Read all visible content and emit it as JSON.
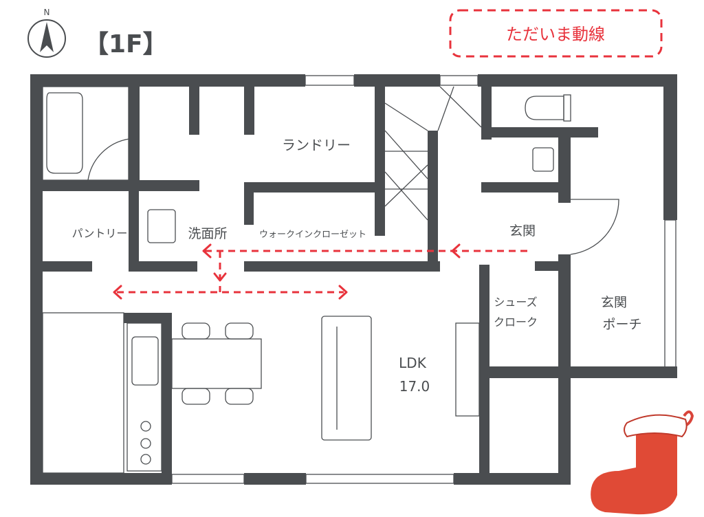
{
  "header": {
    "north_label": "N",
    "floor_label": "【1F】"
  },
  "legend": {
    "route_label": "ただいま動線",
    "route_color": "#e8333c"
  },
  "rooms": {
    "laundry": "ランドリー",
    "pantry": "パントリー",
    "washroom": "洗面所",
    "walk_in_closet": "ウォークインクローゼット",
    "entrance": "玄関",
    "shoe_cloak_line1": "シューズ",
    "shoe_cloak_line2": "クローク",
    "porch_line1": "玄関",
    "porch_line2": "ポーチ",
    "ldk_name": "LDK",
    "ldk_size": "17.0"
  },
  "colors": {
    "wall": "#4a4d50",
    "route": "#e8333c",
    "stocking": "#e04a36"
  }
}
